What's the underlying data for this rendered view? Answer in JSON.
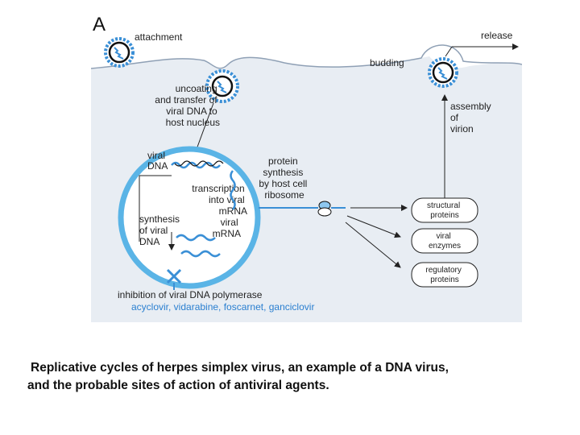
{
  "diagram": {
    "panel_letter": "A",
    "labels": {
      "attachment": "attachment",
      "release": "release",
      "budding": "budding",
      "uncoating": [
        "uncoating",
        "and transfer of",
        "viral DNA to",
        "host nucleus"
      ],
      "assembly": [
        "assembly",
        "of",
        "virion"
      ],
      "viral_dna": [
        "viral",
        "DNA"
      ],
      "protein_synthesis": [
        "protein",
        "synthesis",
        "by host cell",
        "ribosome"
      ],
      "transcription": [
        "transcription",
        "into viral",
        "mRNA"
      ],
      "synthesis_dna": [
        "synthesis",
        "of viral",
        "DNA"
      ],
      "viral_mrna": [
        "viral",
        "mRNA"
      ],
      "structural_proteins": [
        "structural",
        "proteins"
      ],
      "viral_enzymes": [
        "viral",
        "enzymes"
      ],
      "regulatory_proteins": [
        "regulatory",
        "proteins"
      ],
      "inhibition": "inhibition of viral DNA polymerase",
      "drugs": "acyclovir, vidarabine, foscarnet, ganciclovir"
    },
    "colors": {
      "cytoplasm": "#e8edf3",
      "nucleus_ring": "#5ab4e6",
      "virus_blue": "#3a8fd6",
      "drug_text": "#2a7fd0",
      "line": "#222222"
    }
  },
  "caption": {
    "line1": "Replicative cycles of herpes simplex virus, an example of a DNA virus,",
    "line2": "and the probable sites of action of antiviral agents."
  }
}
